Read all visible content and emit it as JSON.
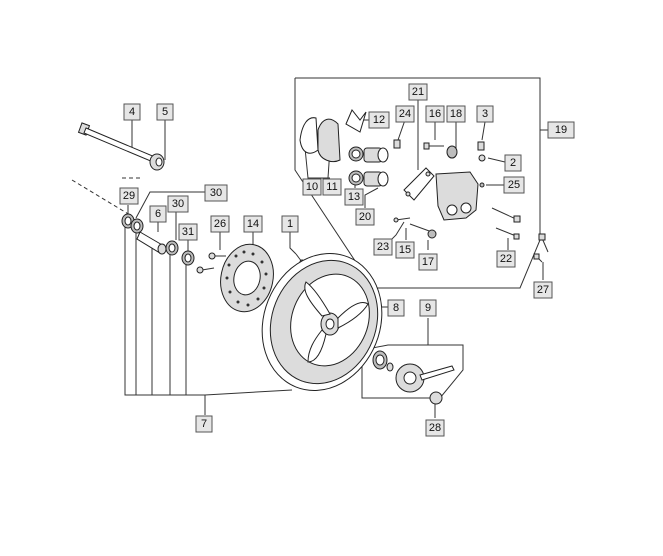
{
  "callouts": [
    "1",
    "2",
    "3",
    "4",
    "5",
    "6",
    "7",
    "8",
    "9",
    "10",
    "11",
    "12",
    "13",
    "14",
    "15",
    "16",
    "17",
    "18",
    "19",
    "20",
    "21",
    "22",
    "23",
    "24",
    "25",
    "26",
    "27",
    "28",
    "29",
    "30",
    "30",
    "31"
  ]
}
